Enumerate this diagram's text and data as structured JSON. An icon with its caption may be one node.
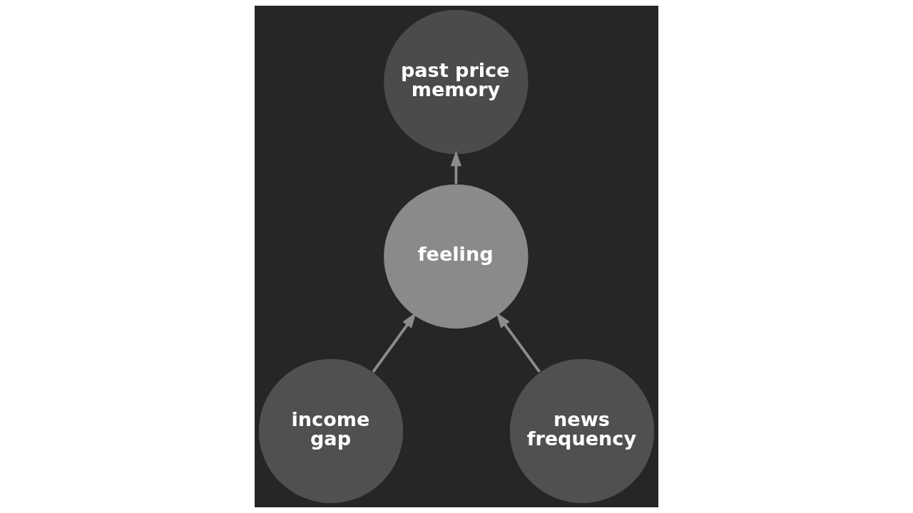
{
  "diagram": {
    "nodes": [
      {
        "text": [
          "past price memory"
        ]
      },
      {
        "text": [
          "feeling"
        ]
      },
      {
        "text": [
          "income gap"
        ]
      },
      {
        "text": [
          "news frequency"
        ]
      }
    ],
    "edges": [
      {
        "from": 1,
        "to": 0,
        "arrow": "to"
      },
      {
        "from": 2,
        "to": 1,
        "arrow": "to"
      },
      {
        "from": 3,
        "to": 1,
        "arrow": "to"
      }
    ]
  }
}
